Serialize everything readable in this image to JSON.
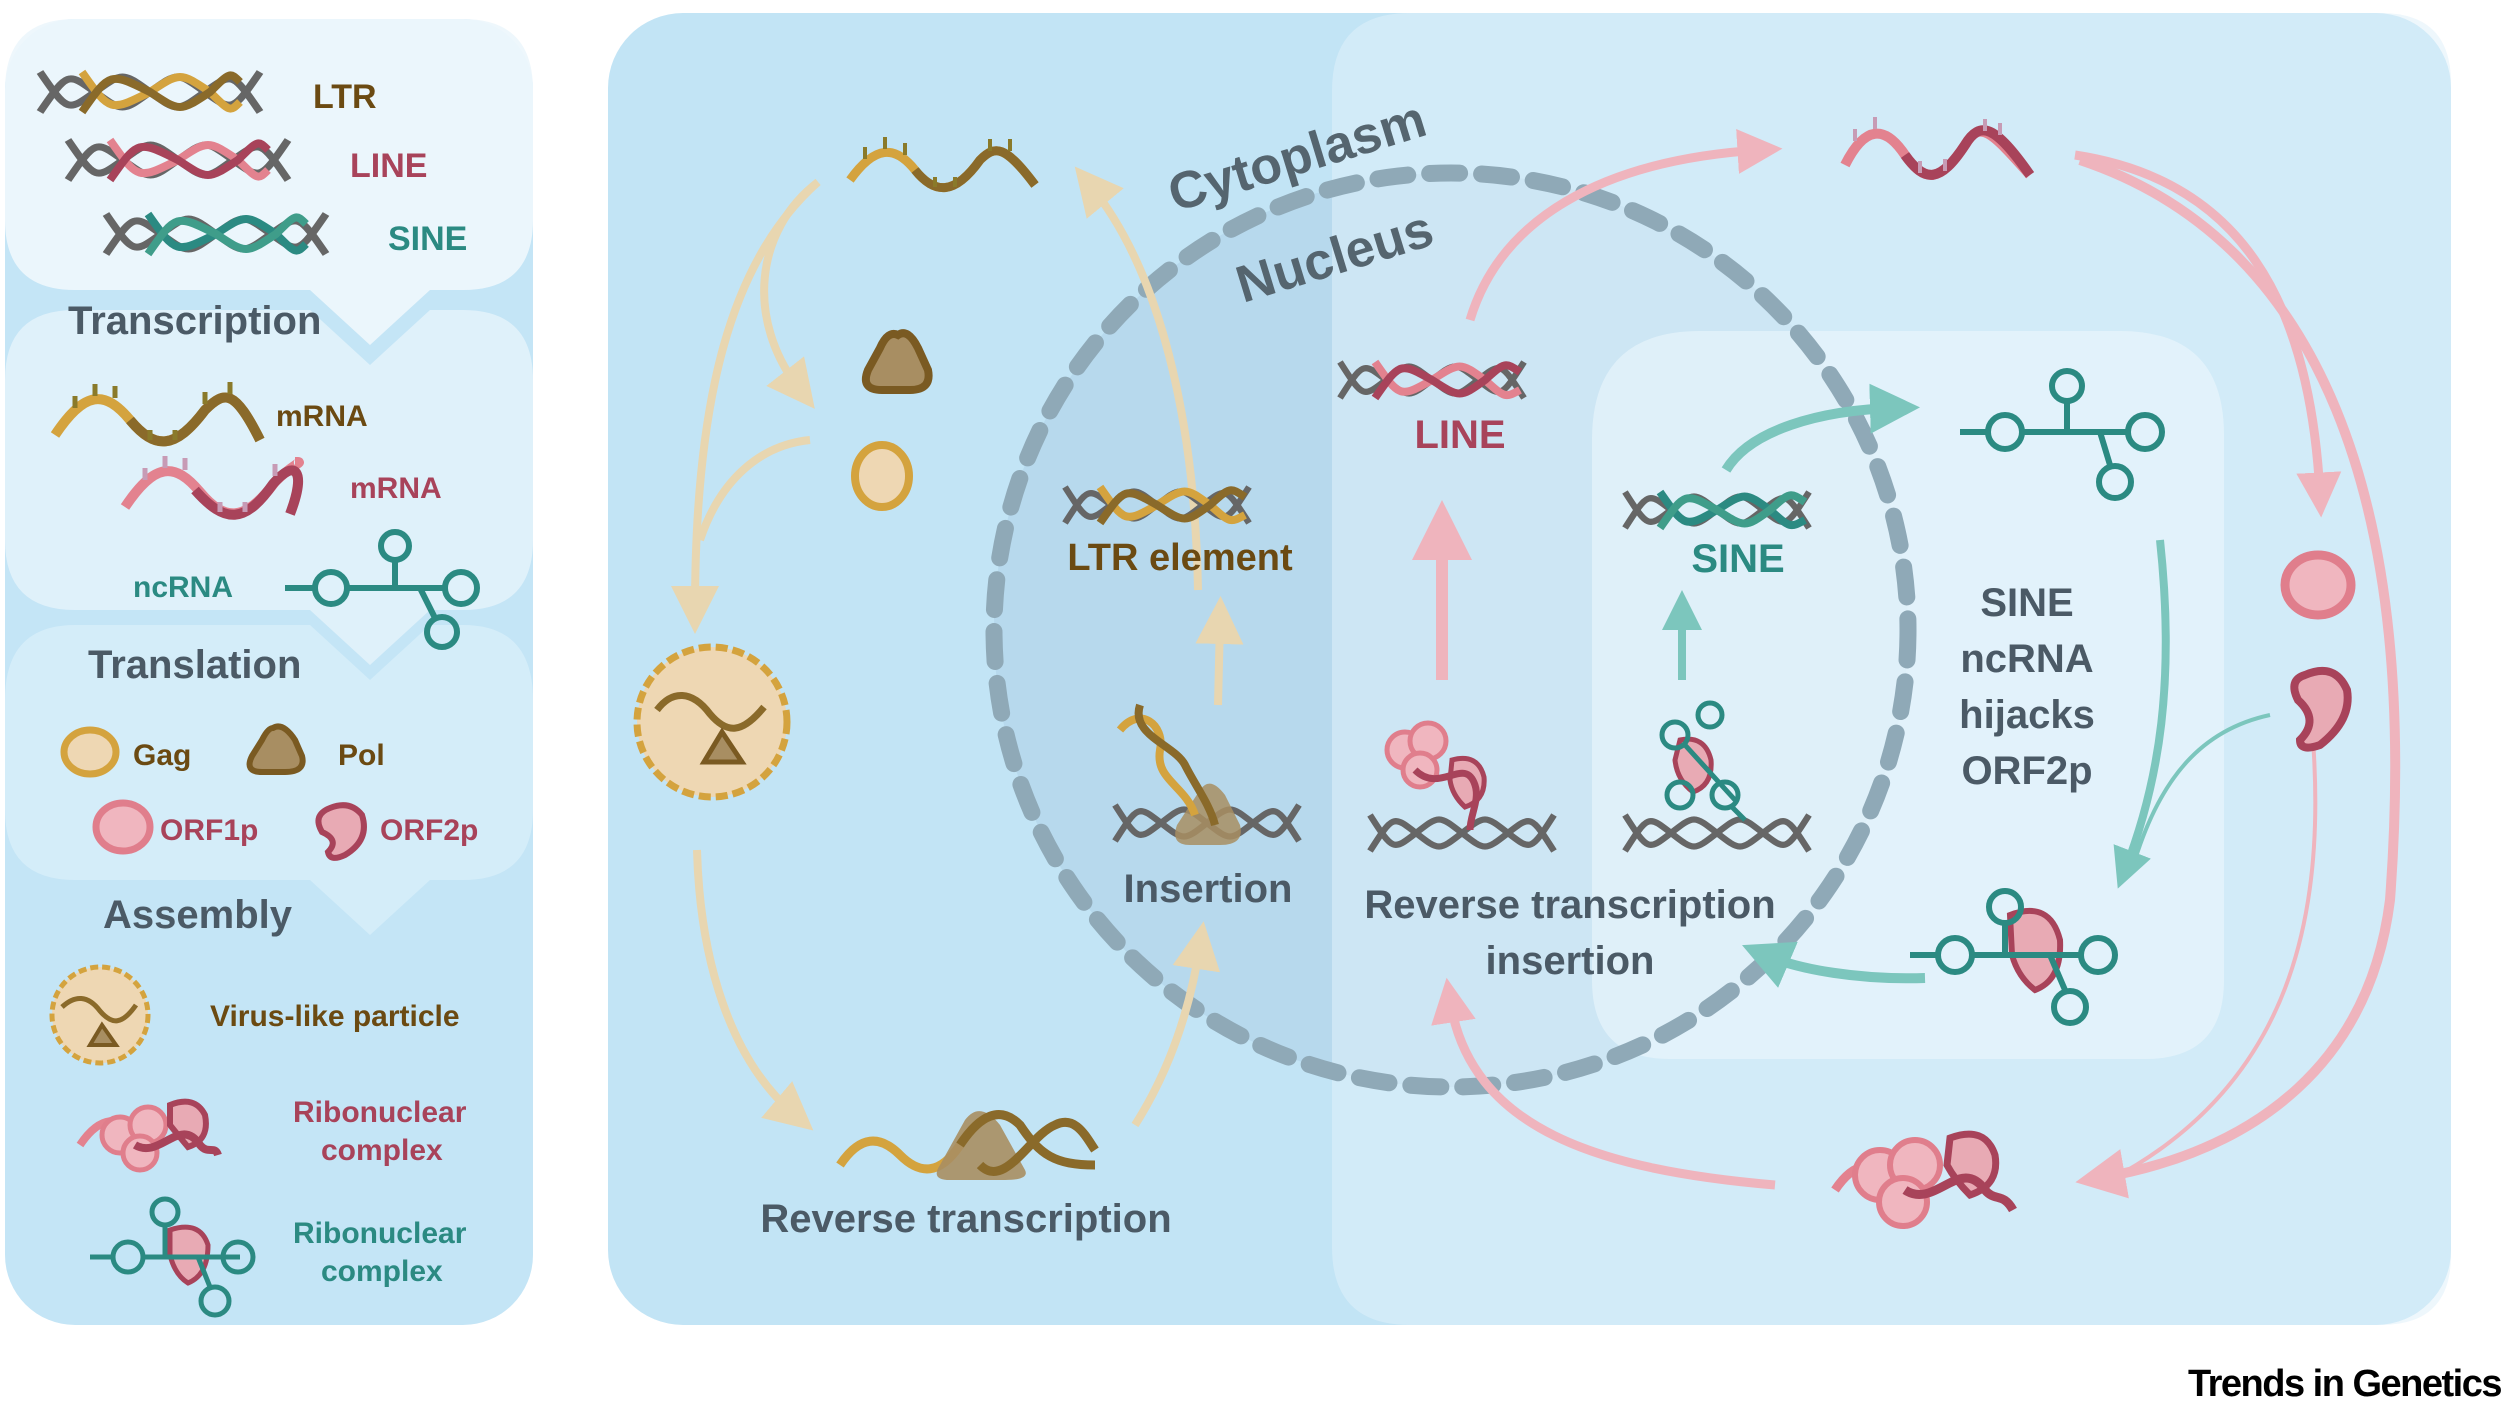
{
  "legend": {
    "elements": [
      {
        "label": "LTR",
        "color": "#6b4a12"
      },
      {
        "label": "LINE",
        "color": "#a8435a"
      },
      {
        "label": "SINE",
        "color": "#2b8a82"
      }
    ],
    "section_transcription": "Transcription",
    "transcripts": [
      {
        "label": "mRNA",
        "color": "#6b4a12"
      },
      {
        "label": "mRNA",
        "color": "#a8435a"
      },
      {
        "label": "ncRNA",
        "color": "#2b8a82"
      }
    ],
    "section_translation": "Translation",
    "proteins": [
      {
        "label": "Gag",
        "color": "#6b4a12"
      },
      {
        "label": "Pol",
        "color": "#6b4a12"
      },
      {
        "label": "ORF1p",
        "color": "#a8435a"
      },
      {
        "label": "ORF2p",
        "color": "#a8435a"
      }
    ],
    "section_assembly": "Assembly",
    "assemblies": [
      {
        "label": "Virus-like particle",
        "color": "#6b4a12"
      },
      {
        "label_line1": "Ribonuclear",
        "label_line2": "complex",
        "color": "#a8435a"
      },
      {
        "label_line1": "Ribonuclear",
        "label_line2": "complex",
        "color": "#2b8a82"
      }
    ]
  },
  "main": {
    "compartment_cytoplasm": "Cytoplasm",
    "compartment_nucleus": "Nucleus",
    "ltr_element_label": "LTR element",
    "line_label": "LINE",
    "sine_label": "SINE",
    "insertion_label": "Insertion",
    "rt_insertion_line1": "Reverse transcription",
    "rt_insertion_line2": "insertion",
    "reverse_transcription_label": "Reverse transcription",
    "sine_hijack_lines": [
      "SINE",
      "ncRNA",
      "hijacks",
      "ORF2p"
    ]
  },
  "colors": {
    "ltr_light": "#d4a33e",
    "ltr_dark": "#8a6a2a",
    "line_light": "#e3828f",
    "line_dark": "#a8435a",
    "sine": "#2b8a82",
    "text_gray": "#4b5a66",
    "panel_main": "#c2e4f5",
    "panel_overlay": "#d3eaf7"
  },
  "footer": "Trends in Genetics"
}
